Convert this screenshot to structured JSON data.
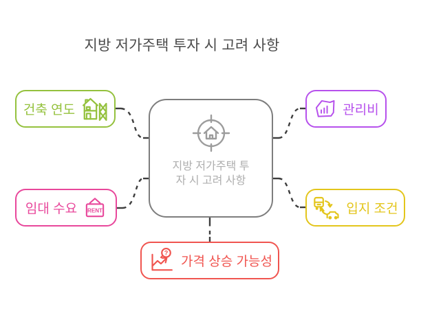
{
  "title": "지방 저가주택 투자 시 고려 사항",
  "title_color": "#4b4b4b",
  "connector_color": "#3d3d3d",
  "center": {
    "label": "지방 저가주택 투자 시 고려 사항",
    "icon": "house-target-icon",
    "border_color": "#7d7d7d",
    "icon_color": "#9c9c9c",
    "text_color": "#aeaeae"
  },
  "nodes": [
    {
      "id": "construction-year",
      "label": "건축 연도",
      "icon": "house-construction-icon",
      "color": "#94c13d"
    },
    {
      "id": "maintenance-fee",
      "label": "관리비",
      "icon": "receipt-chart-icon",
      "color": "#b650ec"
    },
    {
      "id": "rental-demand",
      "label": "임대 수요",
      "icon": "rent-sign-icon",
      "icon_text": "RENT",
      "color": "#e8479b"
    },
    {
      "id": "location-conditions",
      "label": "입지 조건",
      "icon": "transit-transfer-icon",
      "color": "#e3c51b"
    },
    {
      "id": "price-upside",
      "label": "가격 상승 가능성",
      "icon": "chart-question-icon",
      "icon_text": "?",
      "color": "#f0544f"
    }
  ]
}
